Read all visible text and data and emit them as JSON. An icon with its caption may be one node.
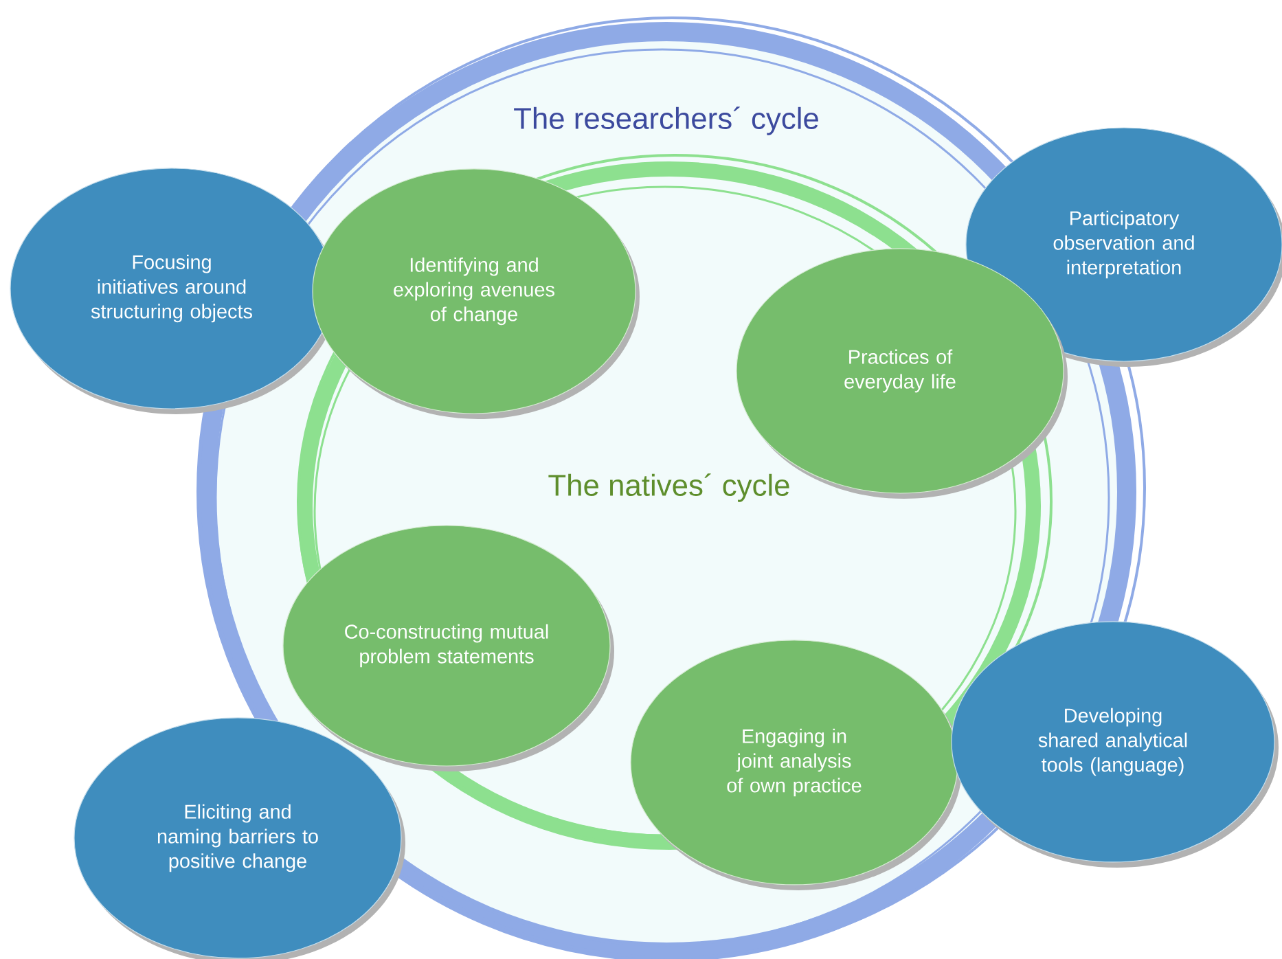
{
  "diagram": {
    "nodes": [
      {
        "text": [
          "The researchers´ cycle"
        ]
      },
      {
        "text": [
          "The natives´ cycle"
        ],
        "in": 0
      },
      {
        "text": [
          "Focusing initiatives around structuring objects"
        ]
      },
      {
        "text": [
          "Identifying and exploring avenues of change"
        ],
        "in": 1
      },
      {
        "text": [
          "Participatory observation and interpretation"
        ]
      },
      {
        "text": [
          "Practices of everyday life"
        ],
        "in": 1
      },
      {
        "text": [
          "Co-constructing mutual problem statements"
        ],
        "in": 1
      },
      {
        "text": [
          "Eliciting and naming barriers to positive change"
        ]
      },
      {
        "text": [
          "Engaging in joint analysis of own practice"
        ],
        "in": 0
      },
      {
        "text": [
          "Developing shared analytical tools (language)"
        ]
      }
    ]
  }
}
